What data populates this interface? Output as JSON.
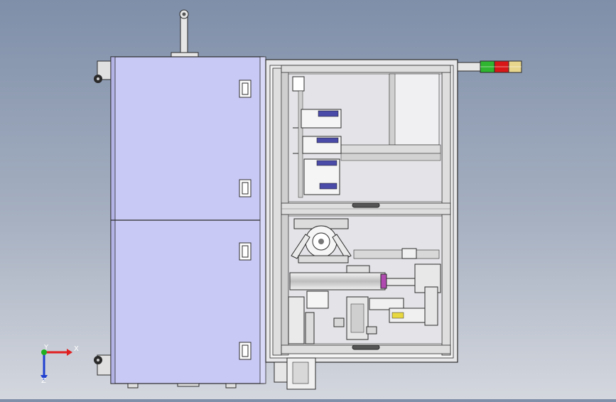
{
  "viewport": {
    "background_top": "#7f8fa9",
    "background_bottom": "#d4d7de",
    "model_panel_color": "#c9c9f5",
    "frame_color": "#e8e8ea",
    "edge_color": "#2b2b2b"
  },
  "stack_light": {
    "colors": [
      "#2fb52f",
      "#d81818",
      "#e8d68c"
    ]
  },
  "triad": {
    "x_label": "X",
    "y_label": "Y",
    "z_label": "Z",
    "x_color": "#e02020",
    "y_color": "#20b020",
    "z_color": "#2040d0"
  }
}
